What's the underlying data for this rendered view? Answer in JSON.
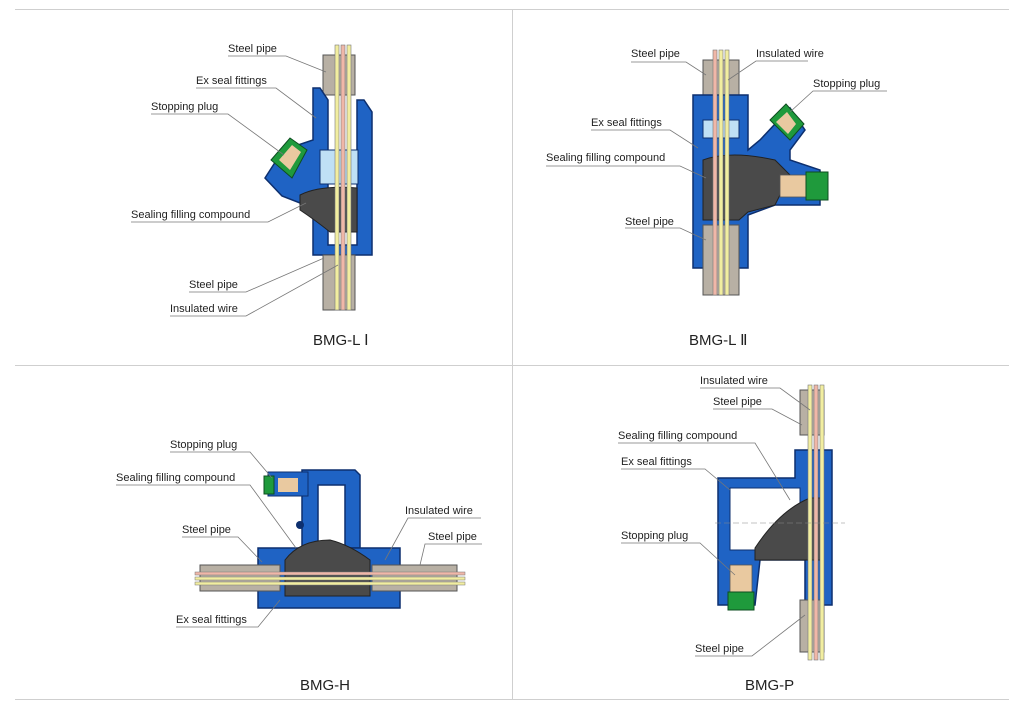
{
  "panels": [
    {
      "title": "BMG-L Ⅰ",
      "labels": {
        "steel_pipe_top": "Steel pipe",
        "ex_seal_fittings": "Ex seal fittings",
        "stopping_plug": "Stopping plug",
        "sealing_filling_compound": "Sealing filling compound",
        "steel_pipe_bottom": "Steel pipe",
        "insulated_wire": "Insulated wire"
      }
    },
    {
      "title": "BMG-L Ⅱ",
      "labels": {
        "steel_pipe_top": "Steel pipe",
        "insulated_wire": "Insulated wire",
        "stopping_plug": "Stopping plug",
        "ex_seal_fittings": "Ex seal fittings",
        "sealing_filling_compound": "Sealing filling compound",
        "steel_pipe_bottom": "Steel pipe"
      }
    },
    {
      "title": "BMG-H",
      "labels": {
        "stopping_plug": "Stopping plug",
        "sealing_filling_compound": "Sealing filling compound",
        "steel_pipe_left": "Steel pipe",
        "insulated_wire": "Insulated wire",
        "steel_pipe_right": "Steel pipe",
        "ex_seal_fittings": "Ex seal fittings"
      }
    },
    {
      "title": "BMG-P",
      "labels": {
        "insulated_wire": "Insulated wire",
        "steel_pipe_top": "Steel pipe",
        "sealing_filling_compound": "Sealing filling compound",
        "ex_seal_fittings": "Ex seal fittings",
        "stopping_plug": "Stopping plug",
        "steel_pipe_bottom": "Steel pipe"
      }
    }
  ],
  "colors": {
    "fitting_blue": "#1f63c4",
    "fitting_dark": "#0d2f6e",
    "plug_green": "#1f9a3c",
    "plug_tan": "#e9c9a0",
    "compound_gray": "#4a4a4a",
    "pipe_gray": "#b8b0a4",
    "wire_yellow": "#f2eea0",
    "wire_pink": "#f0b7a8",
    "chamber_lightblue": "#bfe0f5",
    "leader_gray": "#777777"
  }
}
